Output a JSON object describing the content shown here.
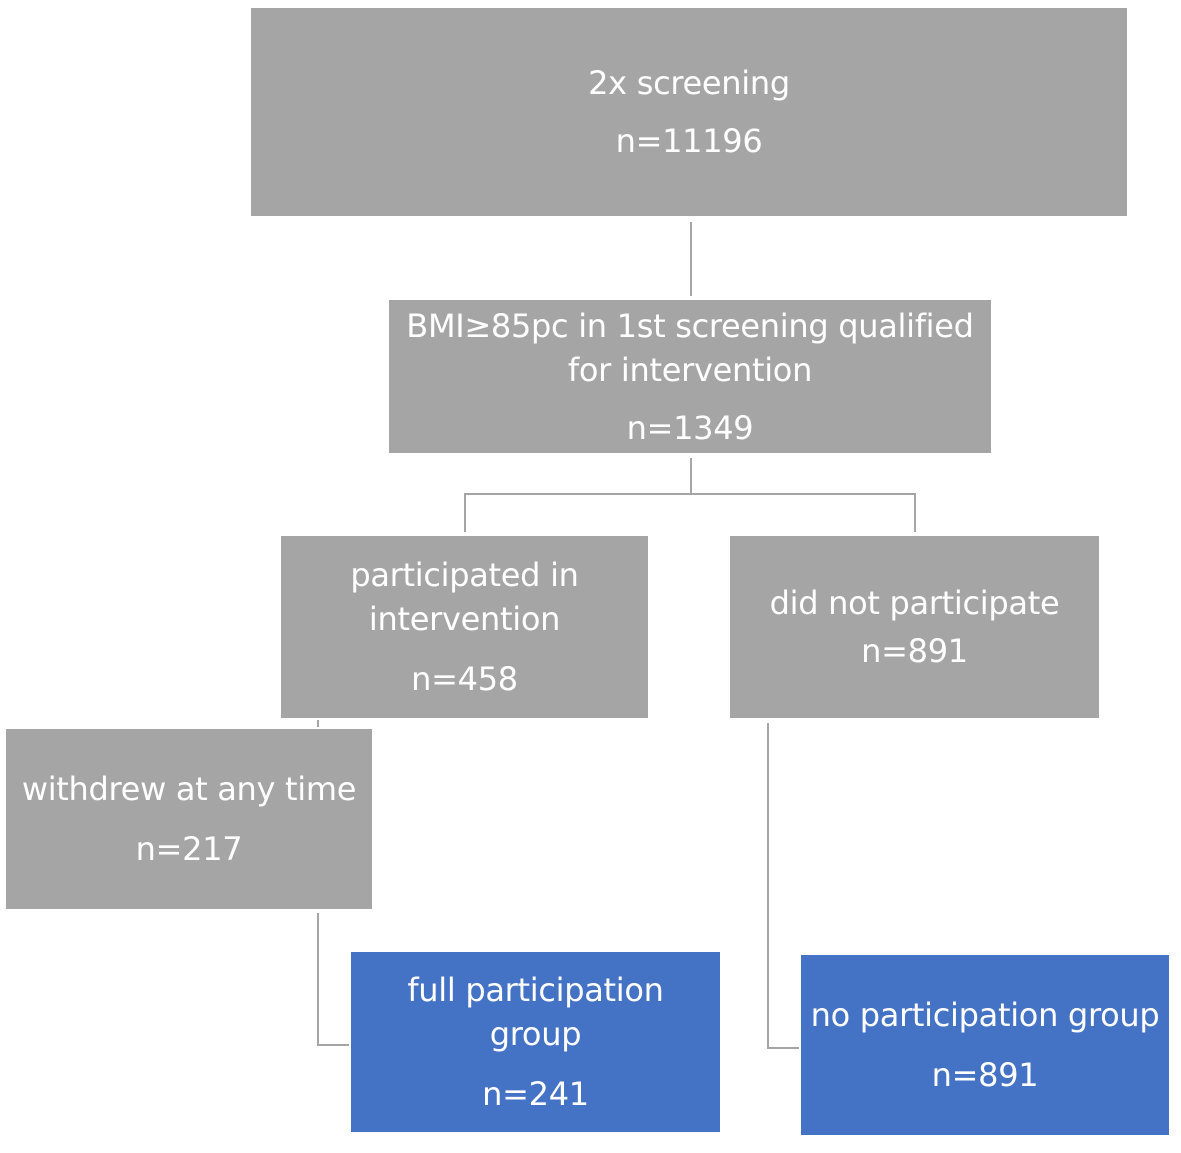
{
  "flowchart": {
    "screening": {
      "label": "2x screening",
      "count": "n=11196"
    },
    "qualified": {
      "label_line1": "BMI≥85pc in 1st screening qualified",
      "label_line2": "for intervention",
      "count": "n=1349"
    },
    "participated": {
      "label_line1": "participated in",
      "label_line2": "intervention",
      "count": "n=458"
    },
    "did_not_participate": {
      "label": "did not participate",
      "count": "n=891"
    },
    "withdrew": {
      "label": "withdrew at any time",
      "count": "n=217"
    },
    "full_participation": {
      "label_line1": "full participation",
      "label_line2": "group",
      "count": "n=241"
    },
    "no_participation": {
      "label": "no participation group",
      "count": "n=891"
    }
  },
  "colors": {
    "gray_box": "#a5a5a5",
    "blue_box": "#4472c4",
    "connector": "#a5a5a5",
    "text": "#ffffff"
  }
}
